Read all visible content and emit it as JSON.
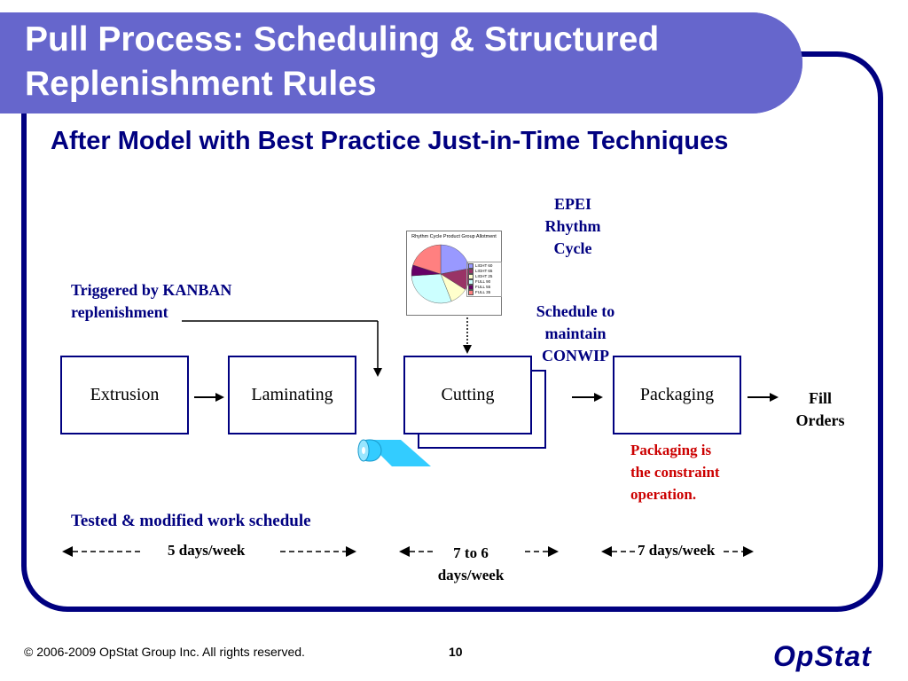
{
  "title": {
    "line1": "Pull Process: Scheduling & Structured",
    "line2": "Replenishment Rules"
  },
  "subtitle": "After Model with Best Practice Just-in-Time Techniques",
  "process": {
    "extrusion": "Extrusion",
    "laminating": "Laminating",
    "cutting": "Cutting",
    "packaging": "Packaging",
    "fill_orders": {
      "line1": "Fill",
      "line2": "Orders"
    }
  },
  "notes": {
    "kanban": {
      "line1": "Triggered by KANBAN",
      "line2": "replenishment"
    },
    "epei": {
      "line1": "EPEI",
      "line2": "Rhythm",
      "line3": "Cycle"
    },
    "schedule": {
      "line1": "Schedule to",
      "line2": "maintain",
      "line3": "CONWIP"
    },
    "constraint": {
      "line1": "Packaging is",
      "line2": "the constraint",
      "line3": "operation."
    },
    "tested": "Tested & modified work schedule"
  },
  "schedule_labels": {
    "first": "5 days/week",
    "second_line1": "7 to 6",
    "second_line2": "days/week",
    "third": "7 days/week"
  },
  "chart_data": {
    "type": "pie",
    "title": "Rhythm Cycle Product Group Allotment",
    "categories": [
      "LIGHT 60",
      "LIGHT 65",
      "LIGHT 25",
      "FULL 90",
      "FULL 55",
      "FULL 35"
    ],
    "values": [
      22,
      12,
      10,
      30,
      6,
      20
    ],
    "colors": [
      "#9999ff",
      "#993366",
      "#ffffcc",
      "#ccffff",
      "#660066",
      "#ff8080"
    ]
  },
  "footer": {
    "copyright": "© 2006-2009 OpStat Group Inc.  All rights reserved.",
    "page": "10",
    "logo": "OpStat"
  },
  "colors": {
    "title_bar": "#6666cc",
    "navy": "#000080",
    "red": "#cc0000",
    "roll": "#33ccff"
  }
}
